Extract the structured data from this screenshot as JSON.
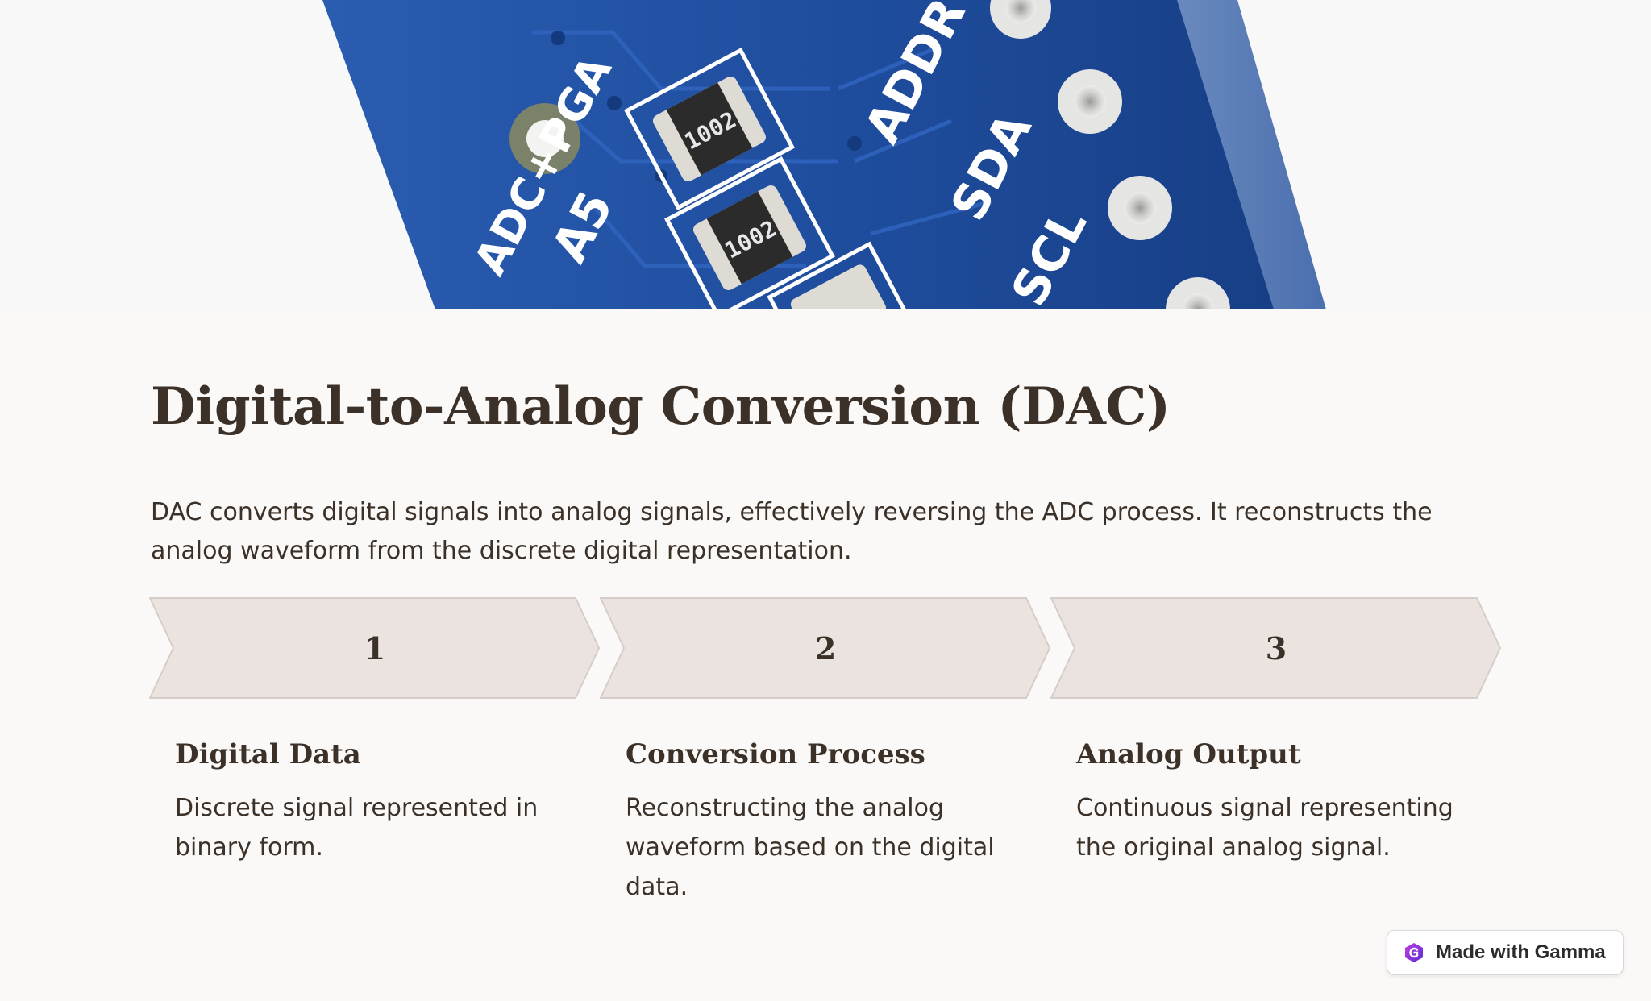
{
  "photo": {
    "pcb_labels": [
      "ADC+PGA",
      "A5",
      "ADDR",
      "SDA",
      "SCL"
    ],
    "resistor_labels": [
      "1002",
      "1002"
    ]
  },
  "slide": {
    "title": "Digital-to-Analog Conversion (DAC)",
    "description": "DAC converts digital signals into analog signals, effectively reversing the ADC process. It reconstructs the analog waveform from the discrete digital representation."
  },
  "steps": [
    {
      "number": "1",
      "title": "Digital Data",
      "body": "Discrete signal represented in binary form."
    },
    {
      "number": "2",
      "title": "Conversion Process",
      "body": "Reconstructing the analog waveform based on the digital data."
    },
    {
      "number": "3",
      "title": "Analog Output",
      "body": "Continuous signal representing the original analog signal."
    }
  ],
  "badge": {
    "label": "Made with Gamma",
    "icon": "gamma-logo-icon"
  },
  "colors": {
    "background": "#fbf9f7",
    "text": "#3b3128",
    "chevron_fill": "#ebe3e0",
    "chevron_stroke": "#d6ccc8",
    "pcb_blue": "#1d4a9a"
  }
}
